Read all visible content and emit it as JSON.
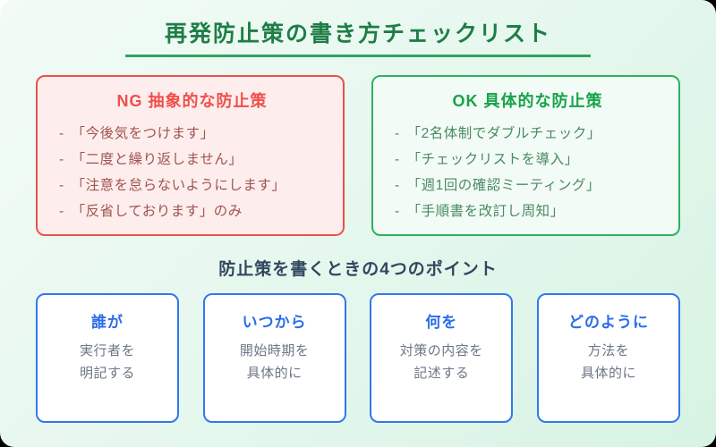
{
  "title": "再発防止策の書き方チェックリスト",
  "ng_box": {
    "title": "NG 抽象的な防止策",
    "bullet": "-",
    "items": [
      "「今後気をつけます」",
      "「二度と繰り返しません」",
      "「注意を怠らないようにします」",
      "「反省しております」のみ"
    ]
  },
  "ok_box": {
    "title": "OK 具体的な防止策",
    "bullet": "-",
    "items": [
      "「2名体制でダブルチェック」",
      "「チェックリストを導入」",
      "「週1回の確認ミーティング」",
      "「手順書を改訂し周知」"
    ]
  },
  "points": {
    "heading": "防止策を書くときの4つのポイント",
    "cards": [
      {
        "title": "誰が",
        "line1": "実行者を",
        "line2": "明記する"
      },
      {
        "title": "いつから",
        "line1": "開始時期を",
        "line2": "具体的に"
      },
      {
        "title": "何を",
        "line1": "対策の内容を",
        "line2": "記述する"
      },
      {
        "title": "どのように",
        "line1": "方法を",
        "line2": "具体的に"
      }
    ]
  },
  "colors": {
    "title_green": "#1e7e46",
    "underline_green": "#2fa35f",
    "ng_border": "#e8514d",
    "ng_background": "#fdeeed",
    "ng_title": "#ef4f4b",
    "ng_text": "#a05450",
    "ok_border": "#2cb25e",
    "ok_background": "#f3fbf6",
    "ok_title": "#16a34a",
    "ok_text": "#4a8a62",
    "heading_navy": "#32475f",
    "card_border": "#3277ee",
    "card_title_blue": "#2b6de8",
    "card_body_gray": "#6d7685",
    "panel_gradient_start": "#f2fbf6",
    "panel_gradient_end": "#d7f3e3"
  }
}
